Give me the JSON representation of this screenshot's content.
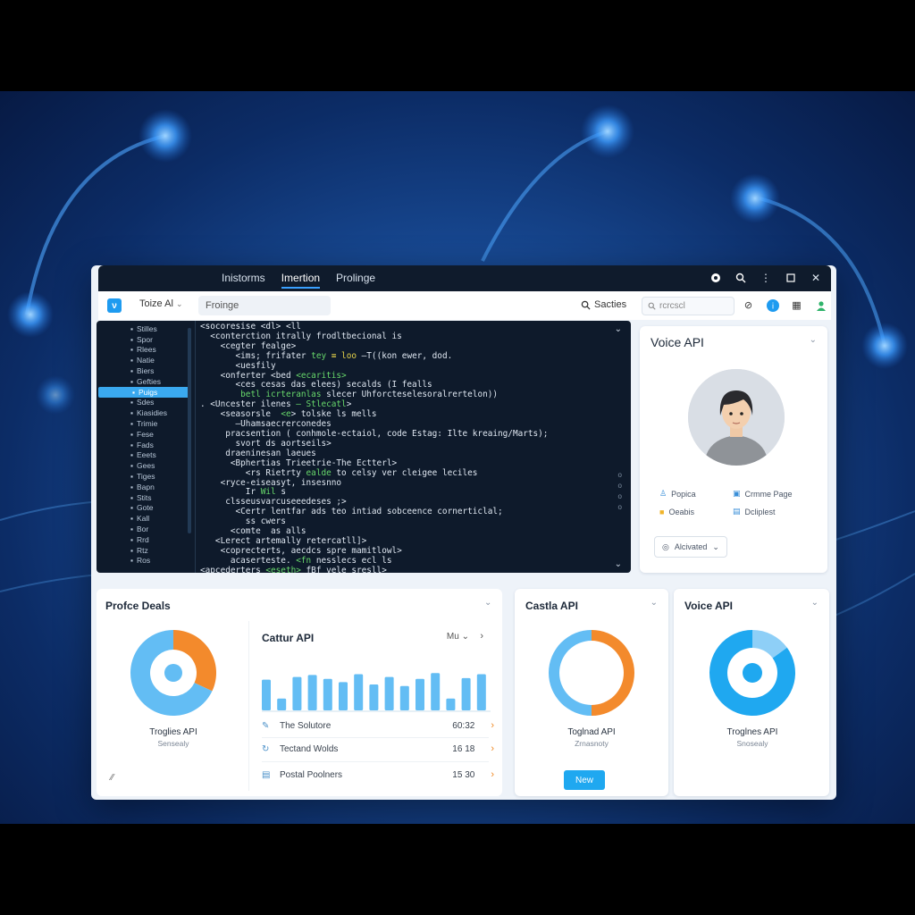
{
  "window": {
    "tabs": [
      "Inistorms",
      "Imertion",
      "Prolinge"
    ],
    "active_tab": 1
  },
  "toolbar": {
    "app_name": "Toize Al",
    "breadcrumb": "Froinge",
    "search_label": "Sacties",
    "search_placeholder": "rcrcscl"
  },
  "filetree": {
    "items": [
      "Stilles",
      "Spor",
      "Rlees",
      "Natie",
      "Biers",
      "Gefties",
      "Puigs",
      "Sdes",
      "Kiasidies",
      "Trimie",
      "Fese",
      "Fads",
      "Eeets",
      "Gees",
      "Tiges",
      "Bapn",
      "Stits",
      "Gote",
      "Kall",
      "Bor",
      "Rrd",
      "Rtz",
      "Ros"
    ],
    "active_index": 6
  },
  "code": {
    "lines": [
      {
        "t": "<socoresise <dl> <ll"
      },
      {
        "t": "  <conterction itrally frodltbecional is"
      },
      {
        "t": "    <cegter fealge>"
      },
      {
        "t": "       <ims; frifater ",
        "g": "tey",
        "y": " ≡ loo",
        "r": " —T((kon ewer, dod."
      },
      {
        "t": "       <uesfily"
      },
      {
        "t": "    <onferter <bed ",
        "g": "<ecaritis>"
      },
      {
        "t": "       <ces cesas das elees) secalds (I fealls"
      },
      {
        "t": "        ",
        "g": "betl icrteranlas",
        "r": " slecer Uhforcteselesoralrertelon))"
      },
      {
        "t": ". <Uncester ilenes ",
        "g": "— Stlecatl",
        "r": ">"
      },
      {
        "t": "    <seasorsle  ",
        "g": "<e",
        "r": "> tolske ls mells"
      },
      {
        "t": "       —Uhamsaecrerconedes"
      },
      {
        "t": "     pracsention ( conhmole-ectaiol, code Estag: Ilte kreaing/Marts);"
      },
      {
        "t": "       svort ds aortseils>"
      },
      {
        "t": "     draeninesan laeues"
      },
      {
        "t": "      <Bphertias Trieetrie-The Ectterl>"
      },
      {
        "t": "         <rs Rietrty ",
        "g": "ealde",
        "r": " to celsy ver cleigee leciles"
      },
      {
        "t": "    <ryce-eiseasyt, insesnno"
      },
      {
        "t": "         Ir ",
        "g": "Wil",
        "r": " s"
      },
      {
        "t": "     clsseusvarcuseeedeses ;>"
      },
      {
        "t": "       <Certr lentfar ads teo intiad sobceence cornerticlal;"
      },
      {
        "t": "         ss cwers"
      },
      {
        "t": "      <comte  as alls"
      },
      {
        "t": "   <Lerect artemally retercatll]>"
      },
      {
        "t": "    <coprecterts, aecdcs spre mamitlowl>"
      },
      {
        "t": "      acaserteste. ",
        "g": "<fn",
        "r": " nesslecs ecl ls"
      },
      {
        "t": "<apcederters ",
        "g": "<eseth>",
        "r": " fBf vele sresll>"
      }
    ]
  },
  "voice_card": {
    "title": "Voice API",
    "meta": [
      "Popica",
      "Crmme Page",
      "Oeabis",
      "Dcliplest"
    ],
    "status": "Alcivated"
  },
  "bottom": {
    "profile_title": "Profce Deals",
    "donut1": {
      "label": "Troglies API",
      "sub": "Sensealy",
      "values": [
        0.32,
        0.68
      ]
    },
    "cattur": {
      "title": "Cattur API",
      "menu": "Mu",
      "bars": [
        0.78,
        0.3,
        0.85,
        0.9,
        0.8,
        0.72,
        0.92,
        0.66,
        0.85,
        0.62,
        0.8,
        0.95,
        0.3,
        0.82,
        0.92
      ],
      "rows": [
        {
          "label": "The Solutore",
          "value": "60:32"
        },
        {
          "label": "Tectand Wolds",
          "value": "16 18"
        },
        {
          "label": "Postal Poolners",
          "value": "15 30"
        }
      ]
    },
    "castle": {
      "title": "Castla API",
      "label": "Toglnad API",
      "sub": "Zrnasnoty",
      "button": "New",
      "values": [
        0.5,
        0.5
      ]
    },
    "voice": {
      "title": "Voice API",
      "label": "Troglnes API",
      "sub": "Snosealy",
      "values": [
        0.15,
        0.85
      ]
    }
  },
  "colors": {
    "accent": "#1fa8f0",
    "orange": "#f38a2c",
    "lightblue": "#63bdf4",
    "editor_bg": "#0e1a2b"
  }
}
